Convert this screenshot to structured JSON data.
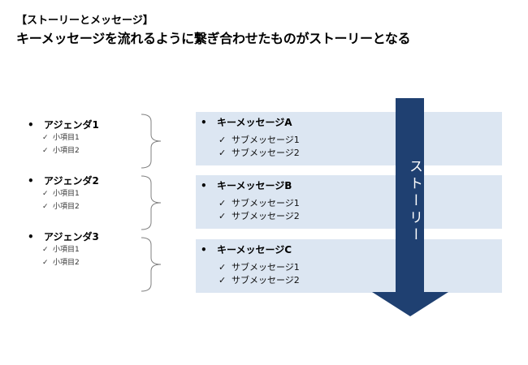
{
  "header": {
    "section_label": "【ストーリーとメッセージ】",
    "title": "キーメッセージを流れるように繋ぎ合わせたものがストーリーとなる"
  },
  "bullet_symbol": "•",
  "check_symbol": "✓",
  "agendas": [
    {
      "label": "アジェンダ1",
      "items": [
        "小項目1",
        "小項目2"
      ]
    },
    {
      "label": "アジェンダ2",
      "items": [
        "小項目1",
        "小項目2"
      ]
    },
    {
      "label": "アジェンダ3",
      "items": [
        "小項目1",
        "小項目2"
      ]
    }
  ],
  "messages": [
    {
      "label": "キーメッセージA",
      "items": [
        "サブメッセージ1",
        "サブメッセージ2"
      ]
    },
    {
      "label": "キーメッセージB",
      "items": [
        "サブメッセージ1",
        "サブメッセージ2"
      ]
    },
    {
      "label": "キーメッセージC",
      "items": [
        "サブメッセージ1",
        "サブメッセージ2"
      ]
    }
  ],
  "story_arrow": {
    "label": "ストーリー",
    "color": "#1f4071"
  },
  "colors": {
    "message_box_bg": "#dce6f2",
    "brace": "#7f7f7f"
  }
}
